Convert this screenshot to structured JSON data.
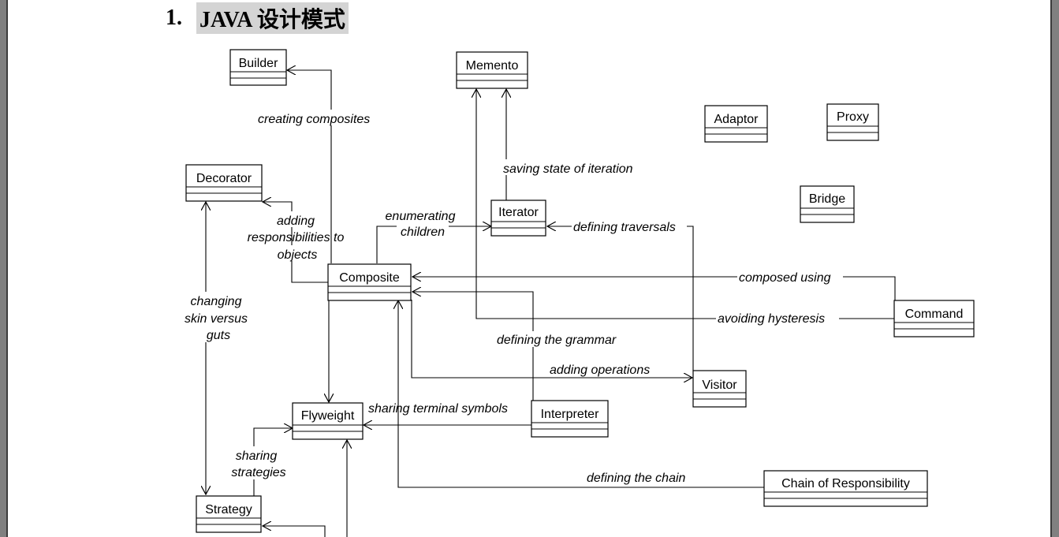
{
  "heading": {
    "number": "1.",
    "title": "JAVA 设计模式"
  },
  "classes": {
    "builder": "Builder",
    "memento": "Memento",
    "adaptor": "Adaptor",
    "proxy": "Proxy",
    "decorator": "Decorator",
    "iterator": "Iterator",
    "bridge": "Bridge",
    "composite": "Composite",
    "command": "Command",
    "visitor": "Visitor",
    "flyweight": "Flyweight",
    "interpreter": "Interpreter",
    "chain": "Chain of Responsibility",
    "strategy": "Strategy"
  },
  "relations": {
    "creating_composites": "creating composites",
    "saving_state": "saving state of iteration",
    "enumerating": "enumerating",
    "children": "children",
    "defining_traversals": "defining traversals",
    "adding": "adding",
    "responsibilities_to": "responsibilities to",
    "objects": "objects",
    "composed_using": "composed using",
    "changing": "changing",
    "skin_versus": "skin versus",
    "guts": "guts",
    "avoiding_hysteresis": "avoiding hysteresis",
    "defining_grammar": "defining the grammar",
    "adding_operations": "adding operations",
    "sharing_terminal": "sharing terminal symbols",
    "sharing": "sharing",
    "strategies": "strategies",
    "defining_chain": "defining the chain"
  }
}
